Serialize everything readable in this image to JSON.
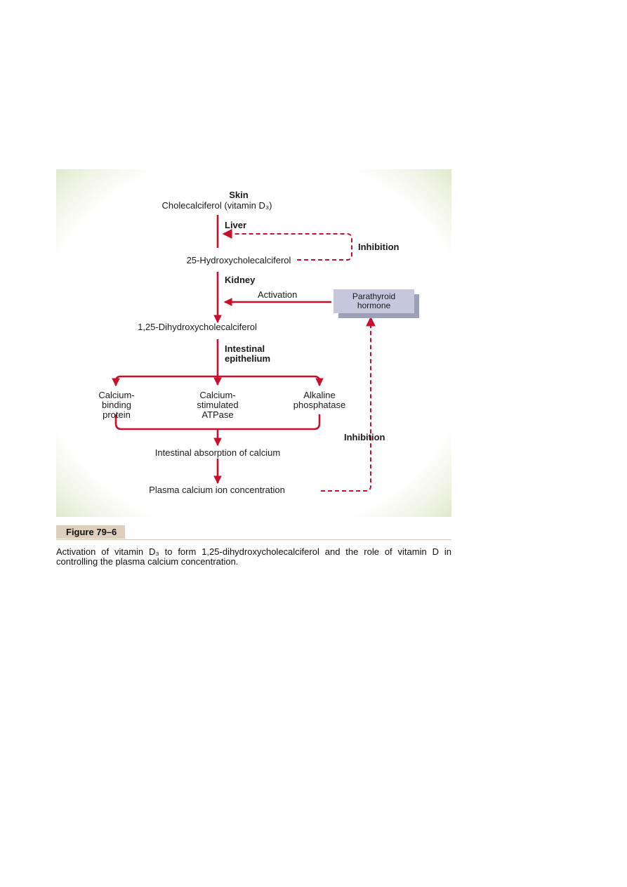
{
  "figure": {
    "label": "Figure 79–6",
    "caption": "Activation of vitamin D₃ to form 1,25-dihydroxycholecalciferol and the role of vitamin D in controlling the plasma calcium concentration."
  },
  "diagram": {
    "nodes": {
      "skin": "Skin",
      "cholecalciferol": "Cholecalciferol (vitamin D₃)",
      "hydroxy": "25-Hydroxycholecalciferol",
      "dihydroxy": "1,25-Dihydroxycholecalciferol",
      "binding_protein": "Calcium-\nbinding\nprotein",
      "atpase": "Calcium-\nstimulated\nATPase",
      "alkaline": "Alkaline\nphosphatase",
      "absorption": "Intestinal absorption of calcium",
      "plasma": "Plasma calcium ion concentration",
      "pth": "Parathyroid\nhormone"
    },
    "edge_labels": {
      "liver": "Liver",
      "kidney": "Kidney",
      "intestinal_epithelium": "Intestinal\nepithelium",
      "activation": "Activation",
      "inhibition_top": "Inhibition",
      "inhibition_right": "Inhibition"
    },
    "colors": {
      "arrow": "#c8102e",
      "pth_box": "#c6c7dc",
      "panel_edge": "#e1e8cc"
    }
  }
}
